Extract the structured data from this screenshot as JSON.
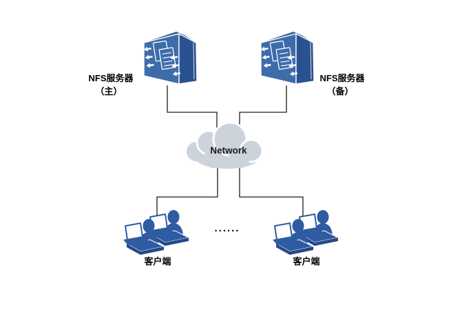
{
  "diagram": {
    "servers": [
      {
        "label_line1": "NFS服务器",
        "label_line2": "（主）"
      },
      {
        "label_line1": "NFS服务器",
        "label_line2": "（备）"
      }
    ],
    "network": {
      "label": "Network"
    },
    "clients": [
      {
        "label": "客户端"
      },
      {
        "label": "客户端"
      }
    ],
    "ellipsis": "......",
    "icons": {
      "server": "server-box-icon",
      "network": "cloud-icon",
      "client": "workstation-group-icon"
    },
    "colors": {
      "server_front": "#3e6cab",
      "server_side": "#2a5190",
      "server_frame": "#35619f",
      "client_navy": "#2e5ba2",
      "client_dark": "#24498a",
      "cloud": "#ccd3da",
      "connector": "#1a1a1a",
      "text": "#000000",
      "background": "#ffffff"
    }
  }
}
